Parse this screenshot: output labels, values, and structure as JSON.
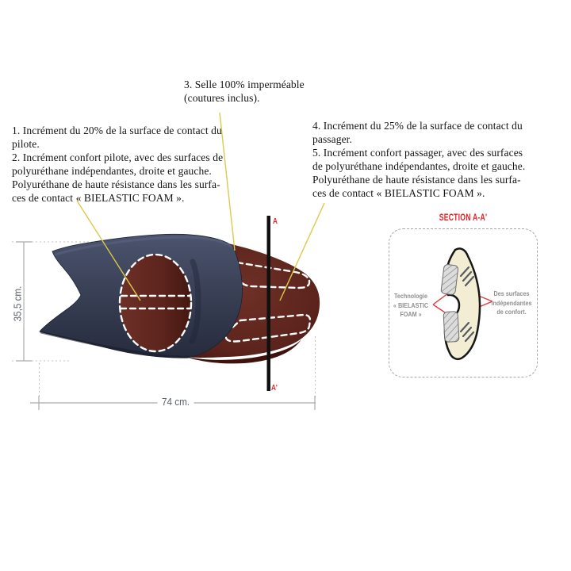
{
  "annotations": {
    "pilot_note": "1. Incrément du 20% de la surface de contact du\npilote.\n2. Incrément confort pilote, avec des surfaces de\npolyuréthane indépendantes, droite et gauche.\nPolyuréthane de haute résistance dans les surfa-\nces de contact « BIELASTIC FOAM ».",
    "waterproof_note": "3. Selle 100% imperméable\n(coutures inclus).",
    "passenger_note": "4. Incrément du 25% de la surface de contact du\npassager.\n5. Incrément confort passager, avec des surfaces\nde polyuréthane indépendantes, droite et gauche.\nPolyuréthane de haute résistance dans les surfa-\nces de contact « BIELASTIC FOAM »."
  },
  "dimensions": {
    "seat_length": "74 cm.",
    "seat_width": "35,5 cm."
  },
  "section_line": {
    "top": "A",
    "bottom": "A'"
  },
  "section_detail": {
    "title": "SECTION A-A'",
    "foam_label": "Technologie\n« BIELASTIC\nFOAM »",
    "comfort_label": "Des surfaces\nindépendantes\nde confort."
  },
  "colors": {
    "seat_front_navy": "#3a4156",
    "seat_rear_maroon": "#5e2620",
    "accent_red": "#e32127",
    "leader_yellow": "#ddc94d",
    "section_cream": "#f3eed3",
    "dimension_gray": "#ababab"
  }
}
